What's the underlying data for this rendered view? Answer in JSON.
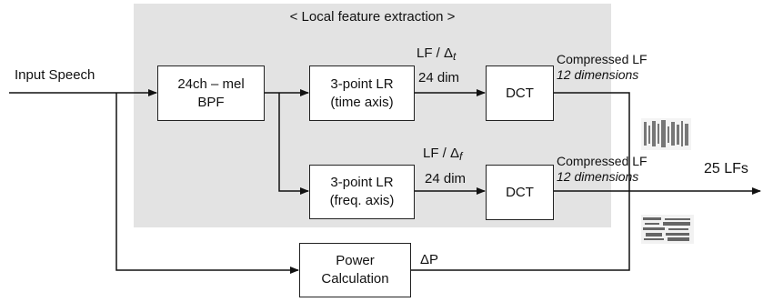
{
  "region": {
    "title": "< Local feature extraction >"
  },
  "input": {
    "label": "Input Speech"
  },
  "blocks": {
    "bpf": {
      "line1": "24ch – mel",
      "line2": "BPF"
    },
    "lr_time": {
      "line1": "3-point LR",
      "line2": "(time axis)"
    },
    "lr_freq": {
      "line1": "3-point LR",
      "line2": "(freq. axis)"
    },
    "dct_top": {
      "label": "DCT"
    },
    "dct_bottom": {
      "label": "DCT"
    },
    "power": {
      "line1": "Power",
      "line2": "Calculation"
    }
  },
  "labels": {
    "lf_time": {
      "prefix": "LF / Δ",
      "sub": "t",
      "dim": "24 dim"
    },
    "lf_freq": {
      "prefix": "LF / Δ",
      "sub": "f",
      "dim": "24 dim"
    },
    "compressed_top": {
      "line1": "Compressed LF",
      "line2": "12 dimensions"
    },
    "compressed_bottom": {
      "line1": "Compressed LF",
      "line2": "12 dimensions"
    },
    "power_out": {
      "label": "ΔP"
    },
    "output": {
      "label": "25 LFs"
    }
  }
}
